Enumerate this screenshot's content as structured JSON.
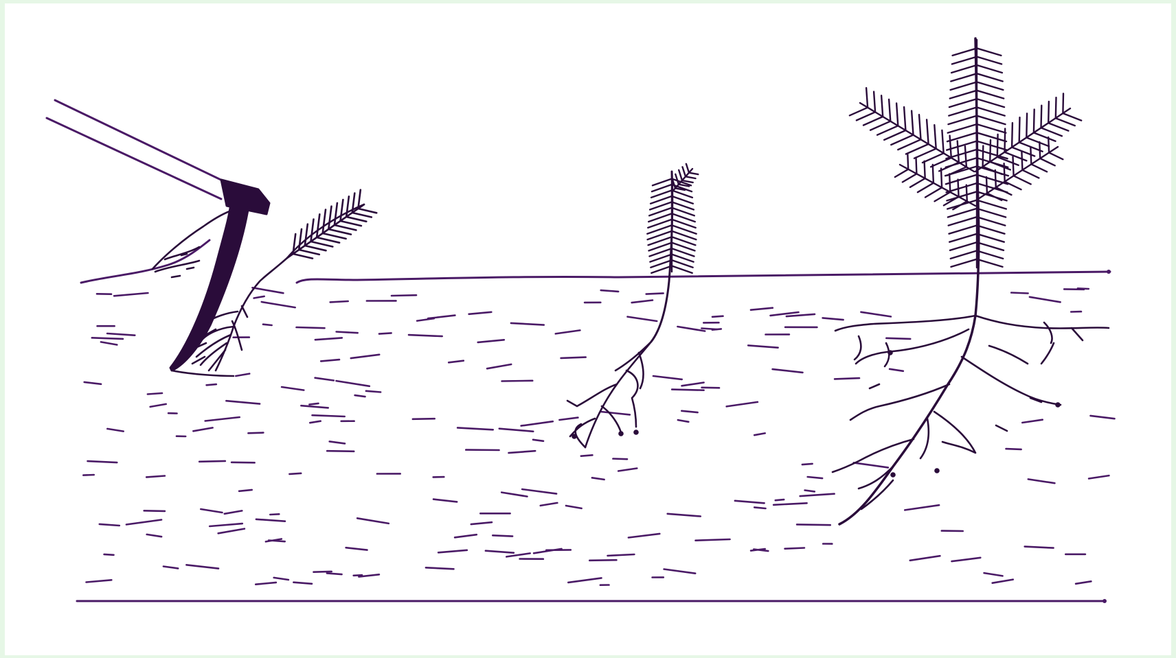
{
  "figure": {
    "ink_color": "#2a0c3a",
    "stroke_color": "#4a1a66",
    "paper_color": "#ffffff",
    "frame_color": "#e6f7e6",
    "stages": [
      {
        "name": "planting-with-hoe"
      },
      {
        "name": "seedling"
      },
      {
        "name": "young-tree"
      }
    ]
  }
}
